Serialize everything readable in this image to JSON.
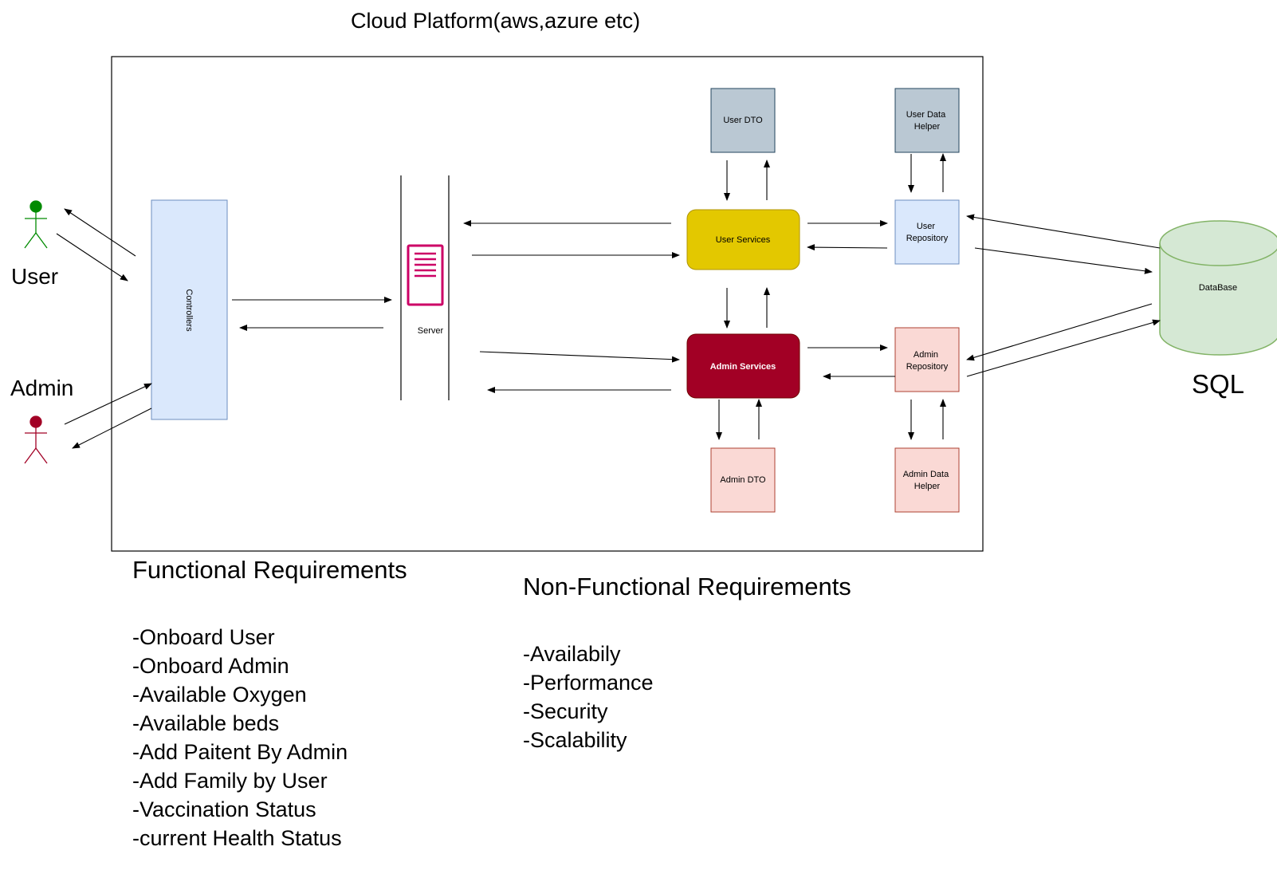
{
  "diagram": {
    "cloud_label": "Cloud Platform(aws,azure etc)",
    "actors": {
      "user": "User",
      "admin": "Admin"
    },
    "controllers": "Controllers",
    "server": "Server",
    "user_dto": "User DTO",
    "user_data_helper": [
      "User Data",
      "Helper"
    ],
    "user_services": "User Services",
    "user_repository": [
      "User",
      "Repository"
    ],
    "admin_services": "Admin Services",
    "admin_repository": [
      "Admin",
      "Repository"
    ],
    "admin_dto": "Admin DTO",
    "admin_data_helper": [
      "Admin Data",
      "Helper"
    ],
    "database": "DataBase",
    "sql": "SQL"
  },
  "colors": {
    "user_actor": "#008a00",
    "admin_actor": "#a20025",
    "controllers_fill": "#dae8fc",
    "controllers_stroke": "#6c8ebf",
    "server_icon": "#cc0066",
    "dto_fill": "#bac8d3",
    "dto_stroke": "#23445d",
    "user_services_fill": "#e3c800",
    "user_services_stroke": "#b09500",
    "admin_services_fill": "#a20025",
    "admin_services_stroke": "#6f0000",
    "admin_box_fill": "#fad9d5",
    "admin_box_stroke": "#ae4132",
    "db_fill": "#d5e8d4",
    "db_stroke": "#82b366"
  },
  "functional": {
    "heading": "Functional Requirements",
    "items": [
      "-Onboard User",
      "-Onboard Admin",
      "-Available Oxygen",
      "-Available beds",
      "-Add Paitent By Admin",
      "-Add Family by User",
      "-Vaccination Status",
      "-current Health Status"
    ]
  },
  "non_functional": {
    "heading": "Non-Functional Requirements",
    "items": [
      "-Availabily",
      "-Performance",
      "-Security",
      "-Scalability"
    ]
  }
}
